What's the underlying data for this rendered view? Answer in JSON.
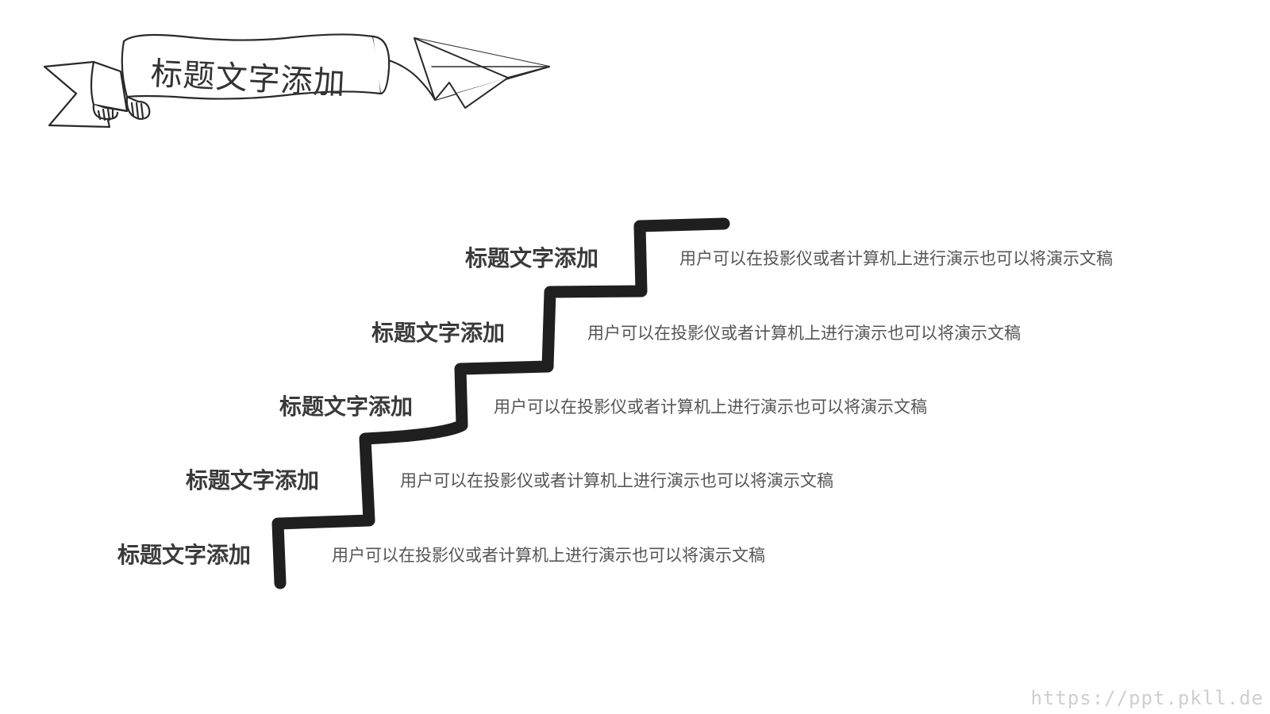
{
  "header": {
    "title": "标题文字添加"
  },
  "steps": [
    {
      "title": "标题文字添加",
      "description": "用户可以在投影仪或者计算机上进行演示也可以将演示文稿"
    },
    {
      "title": "标题文字添加",
      "description": "用户可以在投影仪或者计算机上进行演示也可以将演示文稿"
    },
    {
      "title": "标题文字添加",
      "description": "用户可以在投影仪或者计算机上进行演示也可以将演示文稿"
    },
    {
      "title": "标题文字添加",
      "description": "用户可以在投影仪或者计算机上进行演示也可以将演示文稿"
    },
    {
      "title": "标题文字添加",
      "description": "用户可以在投影仪或者计算机上进行演示也可以将演示文稿"
    }
  ],
  "watermark": "https://ppt.pkll.de",
  "colors": {
    "stair": "#1f1f1f",
    "title_text": "#3a3a3a",
    "desc_text": "#555555",
    "watermark": "#cfcfcf"
  },
  "icons": [
    "ribbon-banner-icon",
    "paper-plane-icon",
    "staircase-icon"
  ]
}
